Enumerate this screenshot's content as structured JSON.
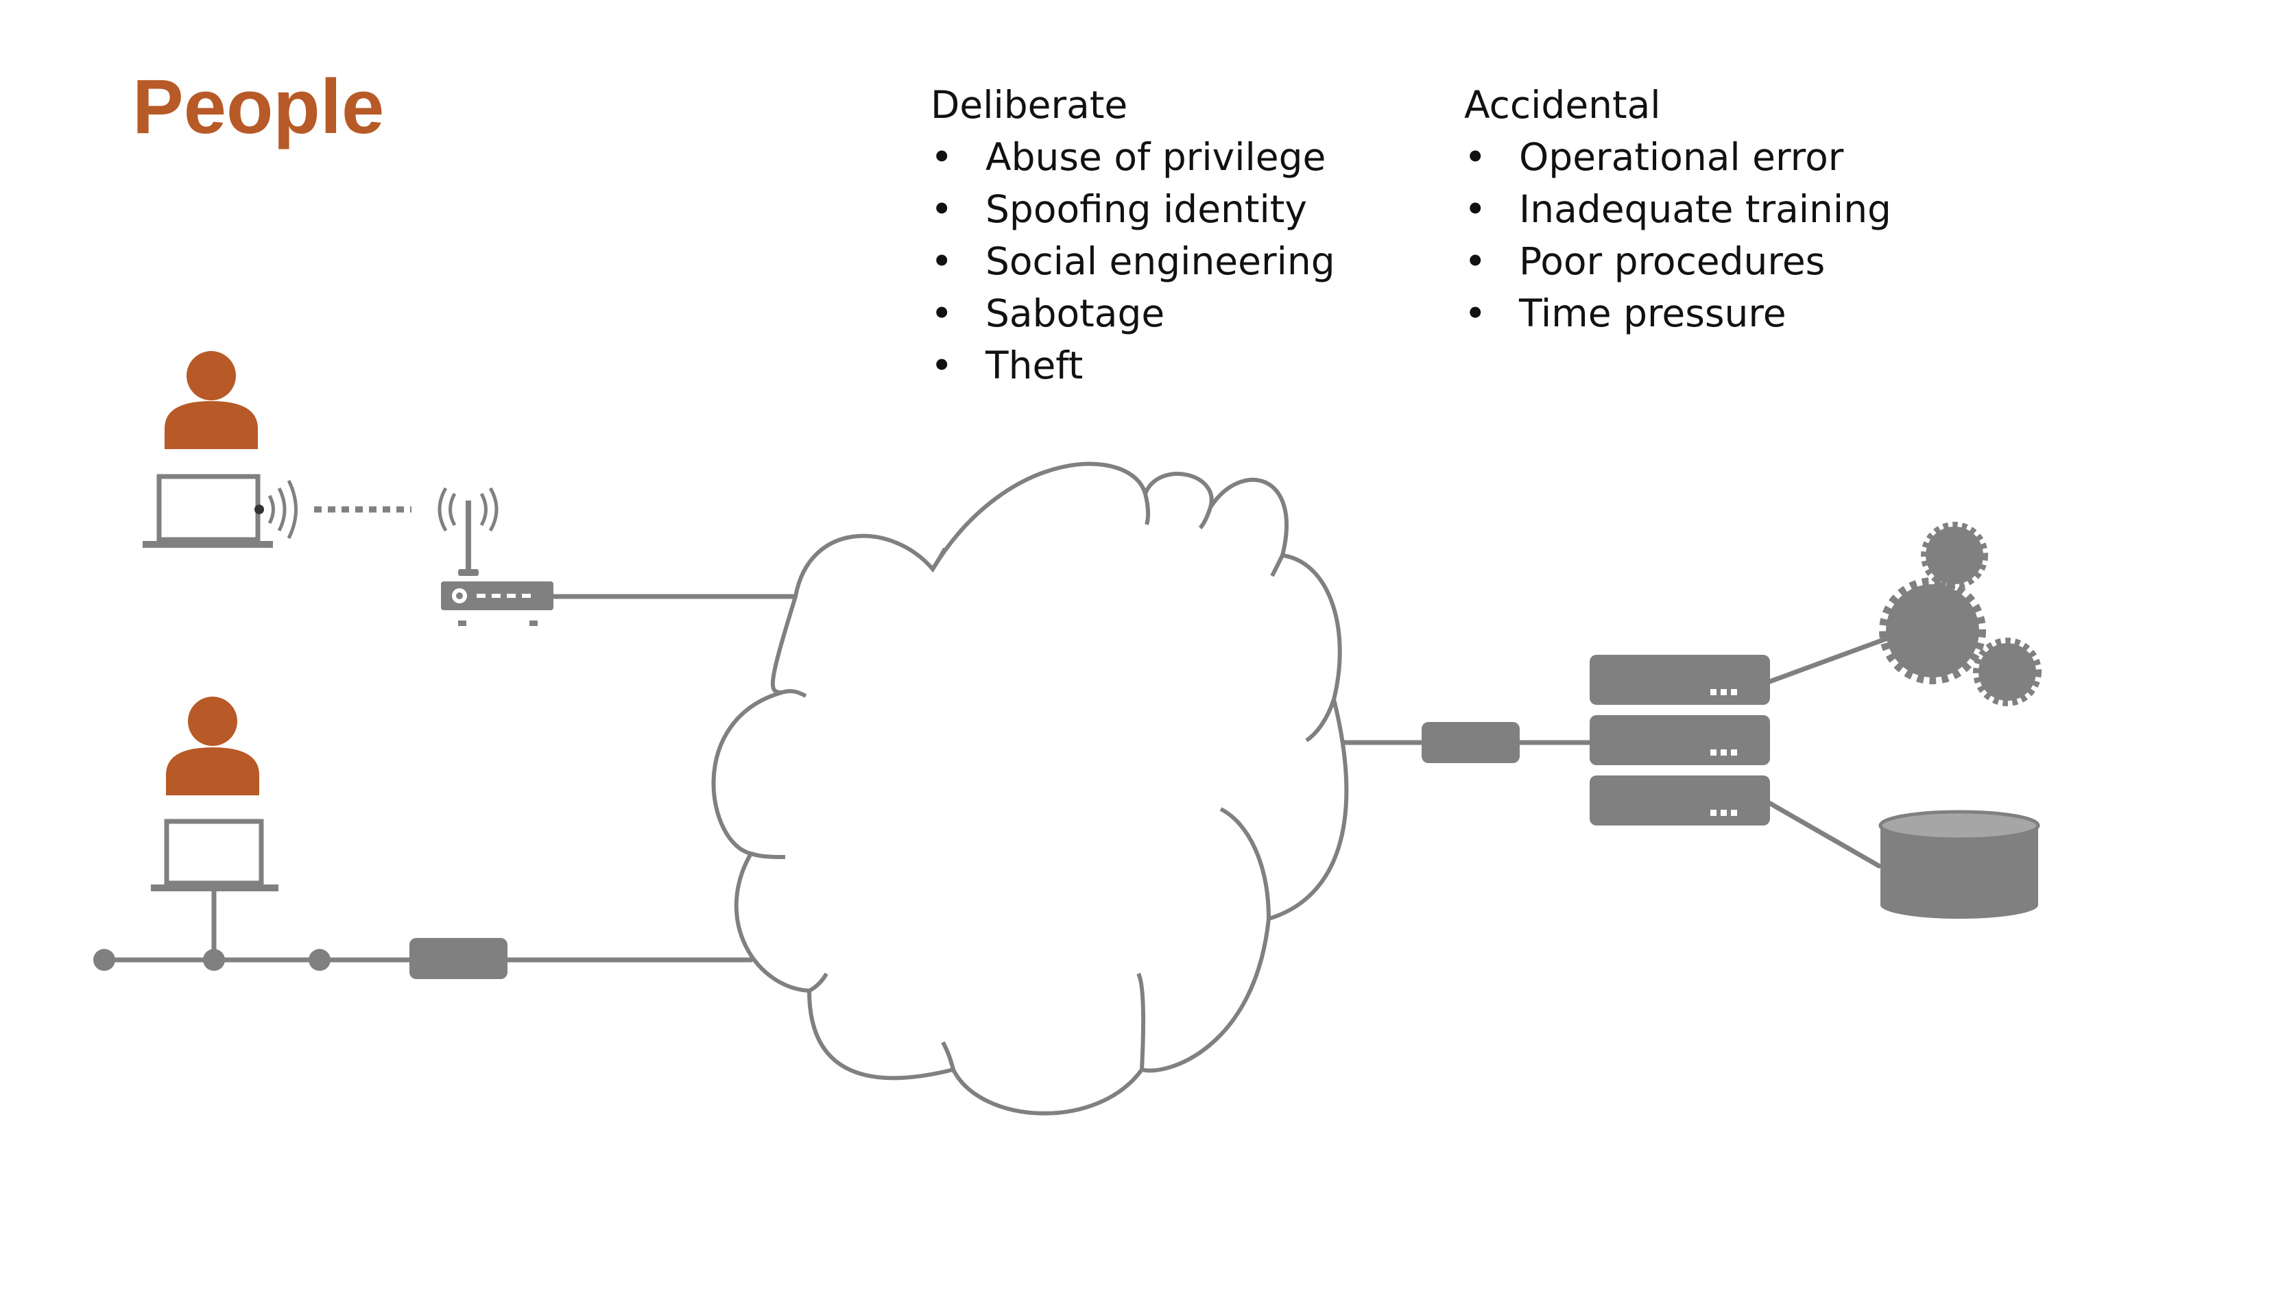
{
  "title": "People",
  "colors": {
    "title": "#b75a27",
    "person": "#b75a27",
    "equipment": "#808080",
    "text": "#111111"
  },
  "deliberate": {
    "heading": "Deliberate",
    "items": [
      "Abuse of privilege",
      "Spoofing identity",
      "Social engineering",
      "Sabotage",
      "Theft"
    ]
  },
  "accidental": {
    "heading": "Accidental",
    "items": [
      "Operational error",
      "Inadequate training",
      "Poor procedures",
      "Time pressure"
    ]
  },
  "bullet_char": "•",
  "icons": [
    "person-icon",
    "laptop-icon",
    "wireless-signal-icon",
    "wireless-router-icon",
    "cloud-icon",
    "network-adapter-icon",
    "server-rack-icon",
    "gears-icon",
    "database-icon"
  ]
}
